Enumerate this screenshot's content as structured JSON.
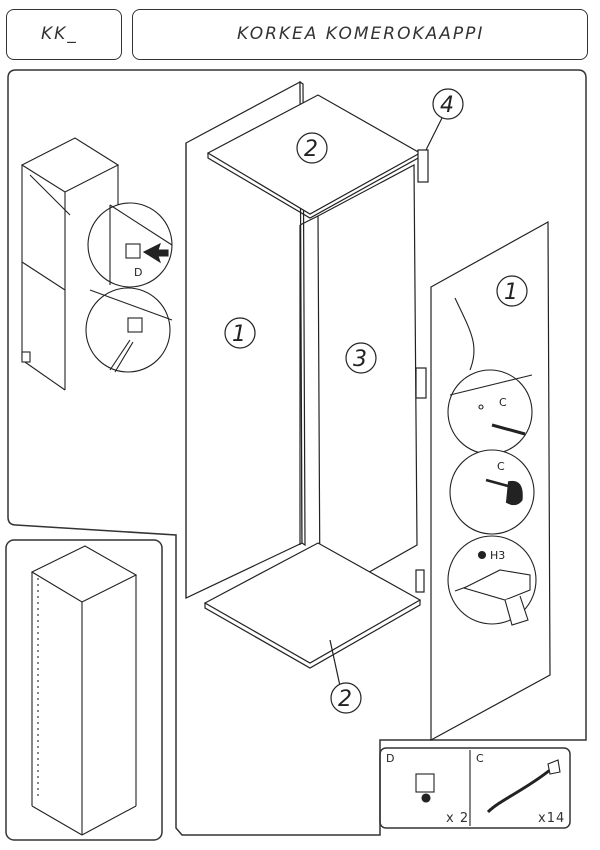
{
  "header": {
    "code": "KK_",
    "title": "KORKEA KOMEROKAAPPI"
  },
  "parts": {
    "side_left": "1",
    "side_right": "1",
    "top": "2",
    "bottom": "2",
    "back": "3",
    "bracket": "4"
  },
  "details": {
    "cam_label": "D",
    "screw_label_1": "C",
    "screw_label_2": "C",
    "drill_label": "H3"
  },
  "hardware": {
    "d_label": "D",
    "d_qty": "x 2",
    "c_label": "C",
    "c_qty": "x14"
  },
  "icons": [
    "drill-icon",
    "screw-icon",
    "cam-fitting-icon",
    "dowel-icon"
  ]
}
